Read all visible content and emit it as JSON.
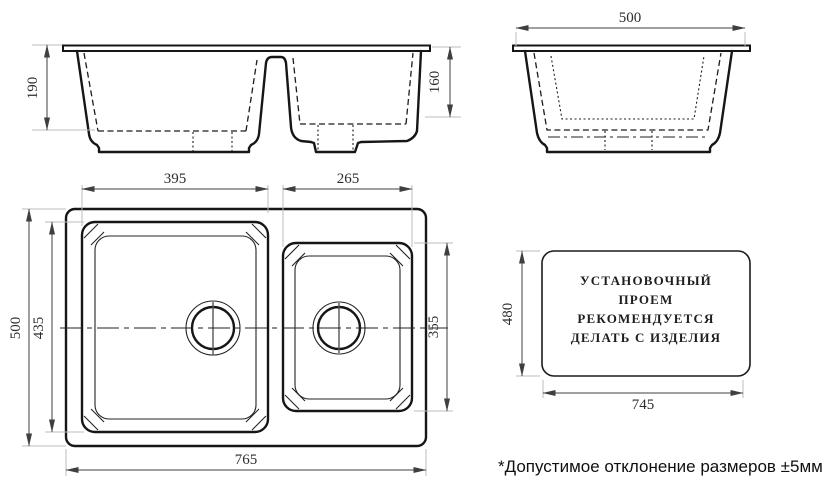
{
  "front_view": {
    "depth_main_bowl": "190",
    "depth_small_bowl": "160"
  },
  "side_view": {
    "overall_width": "500"
  },
  "plan_view": {
    "main_bowl_width": "395",
    "small_bowl_width": "265",
    "overall_width": "500",
    "main_bowl_length": "435",
    "small_bowl_length": "355",
    "overall_length": "765"
  },
  "cutout_view": {
    "height": "480",
    "width": "745",
    "label_lines": [
      "УСТАНОВОЧНЫЙ",
      "ПРОЕМ",
      "РЕКОМЕНДУЕТСЯ",
      "ДЕЛАТЬ С ИЗДЕЛИЯ"
    ]
  },
  "footnote": "*Допустимое отклонение размеров ±5мм",
  "colors": {
    "line": "#161616",
    "dimension": "#3f3f3f",
    "extension": "#bdbdbd",
    "background": "#ffffff"
  }
}
